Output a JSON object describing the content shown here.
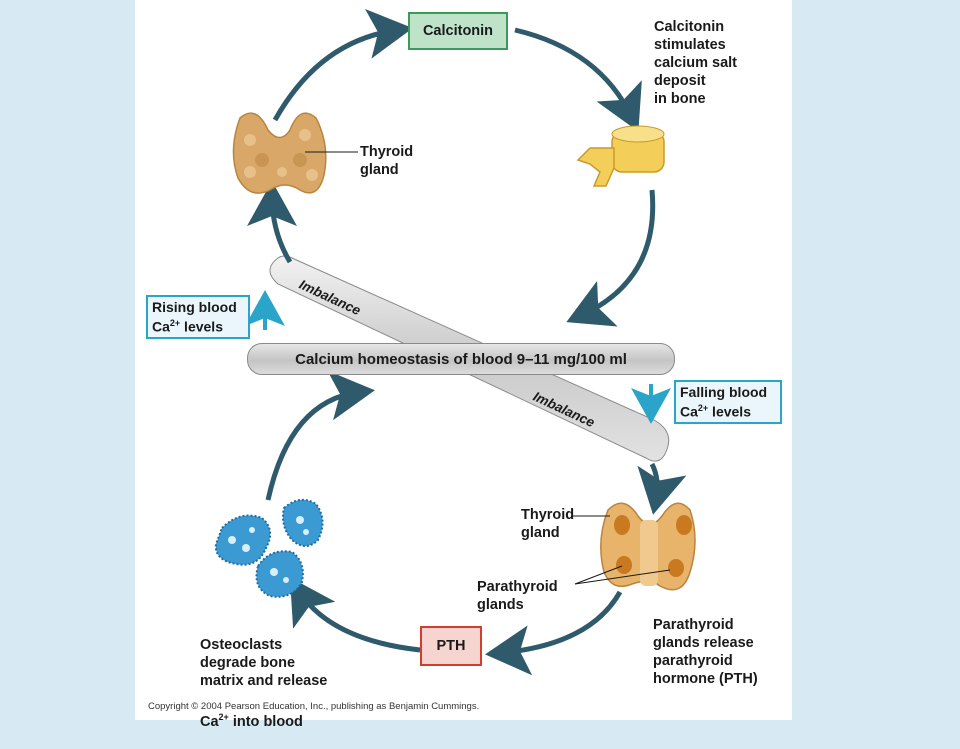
{
  "title_box": "Calcitonin",
  "labels": {
    "calcitonin_effect": "Calcitonin\nstimulates\ncalcium salt\ndeposit\nin bone",
    "thyroid_top": "Thyroid\ngland",
    "thyroid_bottom": "Thyroid\ngland",
    "parathyroid": "Parathyroid\nglands",
    "pth_release": "Parathyroid\nglands release\nparathyroid\nhormone (PTH)",
    "osteoclasts": "Osteoclasts\ndegrade bone\nmatrix and release",
    "osteoclasts_last_pre": "Ca",
    "osteoclasts_last_sup": "2+",
    "osteoclasts_last_post": " into blood"
  },
  "rising": {
    "line1": "Rising blood",
    "line2_pre": "Ca",
    "line2_sup": "2+",
    "line2_post": " levels"
  },
  "falling": {
    "line1": "Falling blood",
    "line2_pre": "Ca",
    "line2_sup": "2+",
    "line2_post": " levels"
  },
  "homeostasis": "Calcium homeostasis of blood 9–11 mg/100 ml",
  "imbalance_top": "Imbalance",
  "imbalance_bottom": "Imbalance",
  "pth_box": "PTH",
  "copyright": "Copyright © 2004 Pearson Education, Inc., publishing as Benjamin Cummings.",
  "colors": {
    "arrow": "#2f5a6c",
    "level_arrow": "#2aa5c9",
    "calcitonin_box": "#bfe3c9",
    "pth_box_border": "#d43d2b",
    "osteoclast": "#3c9ad2",
    "thyroid": "#d9a868",
    "bone": "#f3cf5a"
  }
}
